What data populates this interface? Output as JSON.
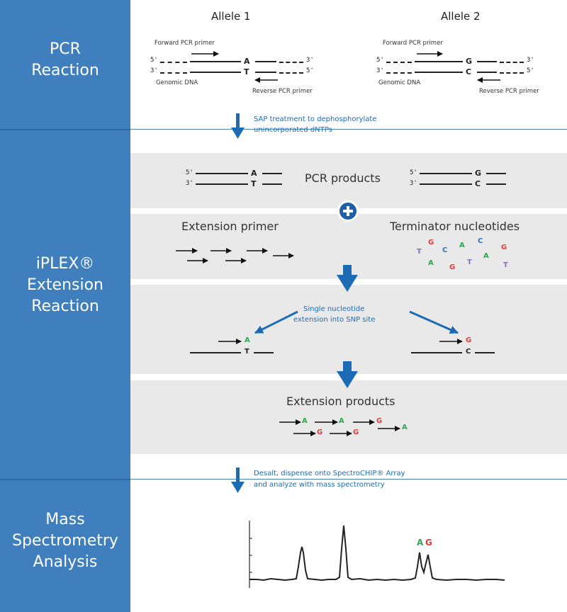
{
  "sidebar": {
    "pcr_title": "PCR\nReaction",
    "iplex_title": "iPLEX®\nExtension\nReaction",
    "mass_title": "Mass\nSpectrometry\nAnalysis"
  },
  "allele1": {
    "title": "Allele 1",
    "forward_primer": "Forward PCR primer",
    "genomic_dna": "Genomic DNA",
    "reverse_primer": "Reverse PCR primer",
    "top_base": "A",
    "bottom_base": "T"
  },
  "allele2": {
    "title": "Allele 2",
    "forward_primer": "Forward PCR primer",
    "genomic_dna": "Genomic DNA",
    "reverse_primer": "Reverse PCR primer",
    "top_base": "G",
    "bottom_base": "C"
  },
  "strand_ends": {
    "five": "5'",
    "three": "3'"
  },
  "sap_step": {
    "line1": "SAP treatment to dephosphorylate",
    "line2": "unincorporated dNTPs"
  },
  "pcr_products": "PCR products",
  "extension_primer": "Extension primer",
  "terminator_nucleotides": "Terminator nucleotides",
  "terminators": [
    "G",
    "T",
    "C",
    "A",
    "C",
    "G",
    "A",
    "G",
    "T",
    "A",
    "T"
  ],
  "single_nucleotide": {
    "line1": "Single nucleotide",
    "line2": "extension into SNP site"
  },
  "extension_products": "Extension products",
  "product_bases_row1": [
    "A",
    "A",
    "G",
    "A"
  ],
  "product_bases_row2": [
    "G",
    "G"
  ],
  "desalt_step": {
    "line1": "Desalt, dispense onto SpectroCHIP® Array",
    "line2": "and analyze with mass spectrometry"
  },
  "spectrum": {
    "peak_labels": [
      "A",
      "G"
    ]
  },
  "colors": {
    "sidebar": "#3f7fbd",
    "arrow": "#1e6bb5",
    "A": "#2fa84f",
    "G": "#e23b3b",
    "C": "#2a72c4",
    "T": "#8a6dbf",
    "band": "#e9e9e9"
  }
}
